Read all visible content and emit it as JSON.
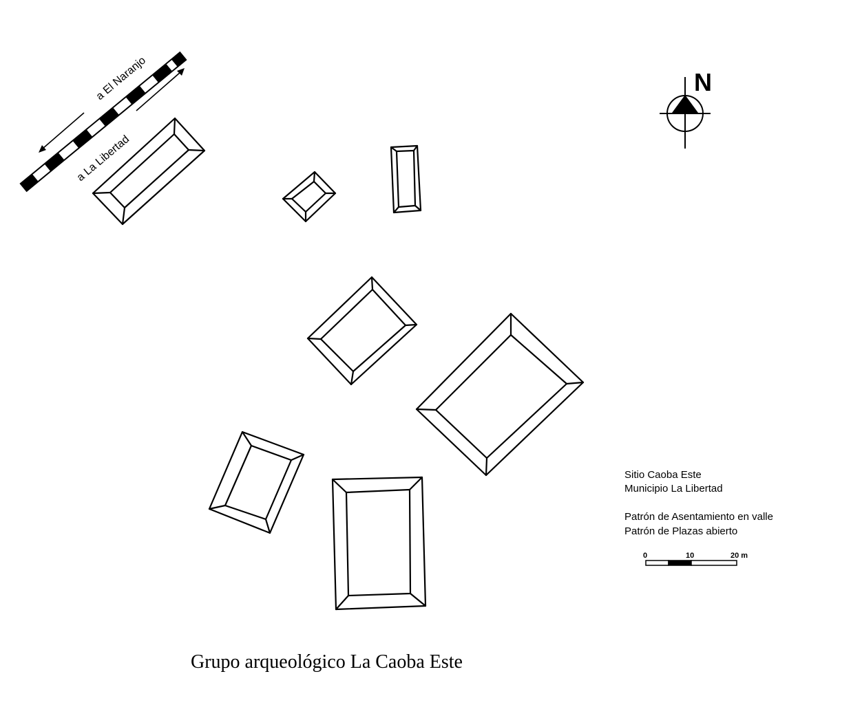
{
  "map": {
    "title": "Grupo arqueológico La Caoba Este",
    "road_labels": {
      "northeast": "a El Naranjo",
      "southwest": "a La Libertad"
    },
    "north_label": "N",
    "info": {
      "site": "Sitio Caoba Este",
      "municipality": "Municipio La Libertad",
      "settlement": "Patrón de Asentamiento en valle",
      "plaza": "Patrón de Plazas abierto"
    },
    "scale": {
      "ticks": [
        "0",
        "10",
        "20 m"
      ]
    },
    "colors": {
      "ink": "#000000",
      "paper": "#ffffff"
    }
  }
}
